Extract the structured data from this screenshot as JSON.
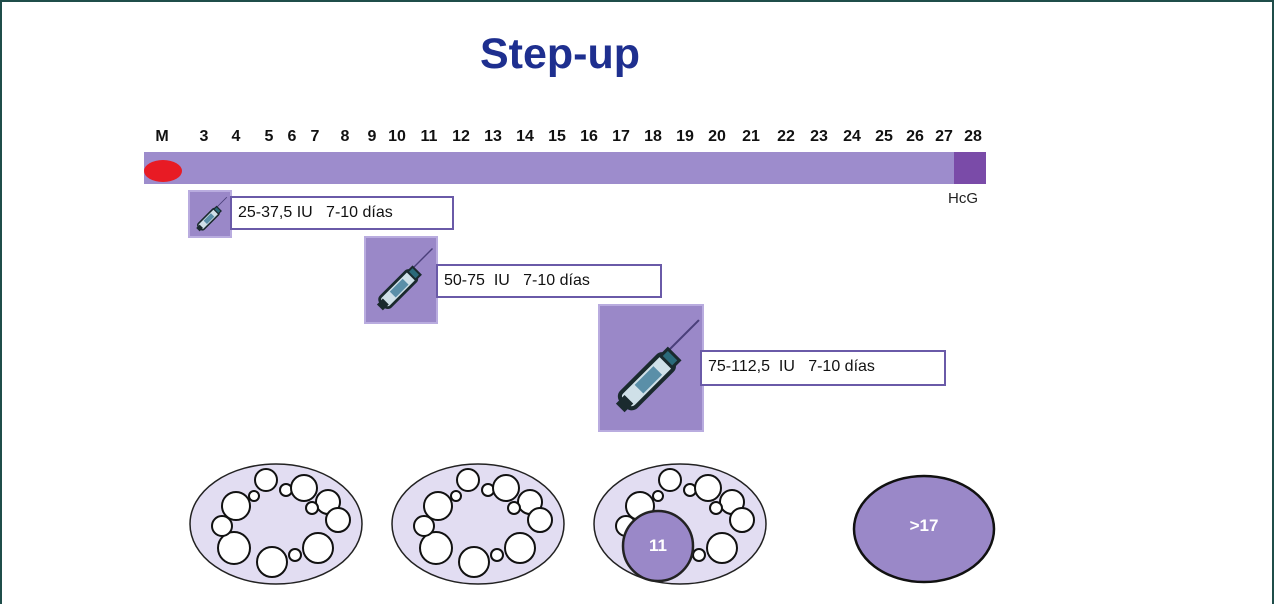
{
  "title": "Step-up",
  "timeline": {
    "days": [
      "M",
      "3",
      "4",
      "5",
      "6",
      "7",
      "8",
      "9",
      "10",
      "11",
      "12",
      "13",
      "14",
      "15",
      "16",
      "17",
      "18",
      "19",
      "20",
      "21",
      "22",
      "23",
      "24",
      "25",
      "26",
      "27",
      "28"
    ],
    "end_label": "HcG",
    "bar_color": "#9d8ccc",
    "menses_color": "#e81b24",
    "hcg_color": "#7a4ba8"
  },
  "doses": [
    {
      "text": "25-37,5 IU   7-10 días"
    },
    {
      "text": "50-75  IU   7-10 días"
    },
    {
      "text": "75-112,5  IU   7-10 días"
    }
  ],
  "follicle_labels": [
    "11",
    ">17"
  ],
  "colors": {
    "title": "#1e2f8f",
    "box_fill": "#9a88c8",
    "ovary_fill": "#e2ddf2",
    "follicle_fill": "#9a88c8",
    "frame": "#1f4d4a"
  },
  "icons": [
    "syringe-icon"
  ]
}
